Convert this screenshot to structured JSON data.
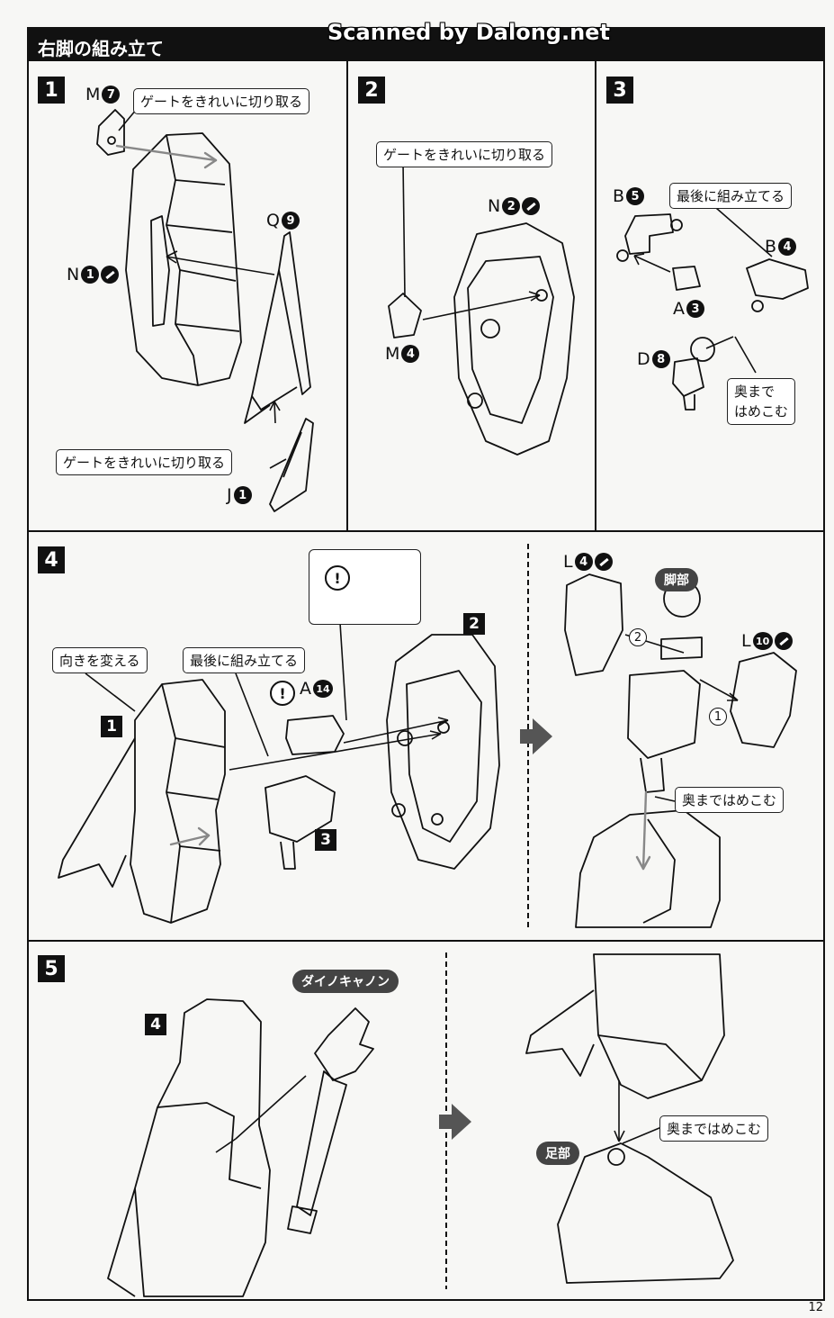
{
  "header": {
    "section_title": "右脚の組み立て",
    "watermark": "Scanned by Dalong.net",
    "page_number": "12"
  },
  "steps": {
    "s1": {
      "number": "1",
      "callout_top": "ゲートをきれいに切り取る",
      "callout_bottom": "ゲートをきれいに切り取る",
      "parts": [
        {
          "letter": "M",
          "num": "7"
        },
        {
          "letter": "Q",
          "num": "9"
        },
        {
          "letter": "N",
          "num": "1"
        },
        {
          "letter": "J",
          "num": "1"
        }
      ]
    },
    "s2": {
      "number": "2",
      "callout": "ゲートをきれいに切り取る",
      "parts": [
        {
          "letter": "N",
          "num": "2"
        },
        {
          "letter": "M",
          "num": "4"
        }
      ]
    },
    "s3": {
      "number": "3",
      "callout_assemble_last": "最後に組み立てる",
      "callout_push_in_line1": "奥まで",
      "callout_push_in_line2": "はめこむ",
      "parts": [
        {
          "letter": "B",
          "num": "5"
        },
        {
          "letter": "B",
          "num": "4"
        },
        {
          "letter": "A",
          "num": "3"
        },
        {
          "letter": "D",
          "num": "8"
        }
      ]
    },
    "s4": {
      "number": "4",
      "callout_change_direction": "向きを変える",
      "callout_assemble_last": "最後に組み立てる",
      "callout_push_in": "奥まではめこむ",
      "leg_label": "脚部",
      "ref_step_1": "1",
      "ref_step_2": "2",
      "ref_step_3": "3",
      "order_1": "1",
      "order_2": "2",
      "warning_mark": "!",
      "parts": [
        {
          "letter": "A",
          "num": "14"
        },
        {
          "letter": "L",
          "num": "4"
        },
        {
          "letter": "L",
          "num": "10"
        }
      ]
    },
    "s5": {
      "number": "5",
      "weapon_label": "ダイノキャノン",
      "foot_label": "足部",
      "callout_push_in": "奥まではめこむ",
      "ref_step_4": "4"
    }
  },
  "colors": {
    "ink": "#111111",
    "paper": "#f7f7f5",
    "pill": "#444444",
    "flow_arrow": "#555555"
  }
}
